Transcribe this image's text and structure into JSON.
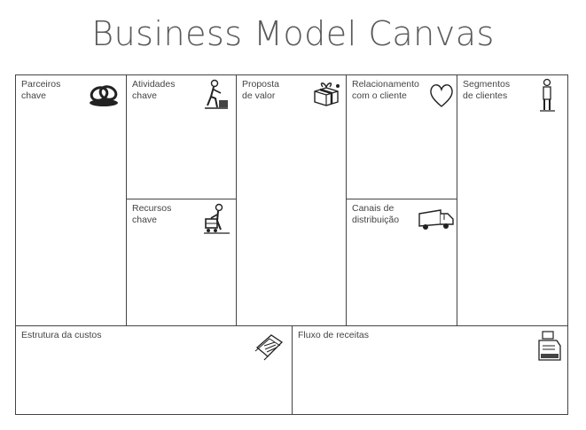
{
  "title": "Business Model Canvas",
  "blocks": {
    "partners": {
      "line1": "Parceiros",
      "line2": "chave",
      "icon": "chain-links-icon"
    },
    "activities": {
      "line1": "Atividades",
      "line2": "chave",
      "icon": "worker-icon"
    },
    "resources": {
      "line1": "Recursos",
      "line2": "chave",
      "icon": "forklift-worker-icon"
    },
    "value": {
      "line1": "Proposta",
      "line2": "de valor",
      "icon": "gift-box-icon"
    },
    "relationships": {
      "line1": "Relacionamento",
      "line2": "com o cliente",
      "icon": "heart-icon"
    },
    "channels": {
      "line1": "Canais de",
      "line2": "distribuição",
      "icon": "delivery-truck-icon"
    },
    "segments": {
      "line1": "Segmentos",
      "line2": "de clientes",
      "icon": "person-icon"
    },
    "costs": {
      "line1": "Estrutura da custos",
      "icon": "price-tag-icon"
    },
    "revenue": {
      "line1": "Fluxo de receitas",
      "icon": "cash-register-icon"
    }
  }
}
